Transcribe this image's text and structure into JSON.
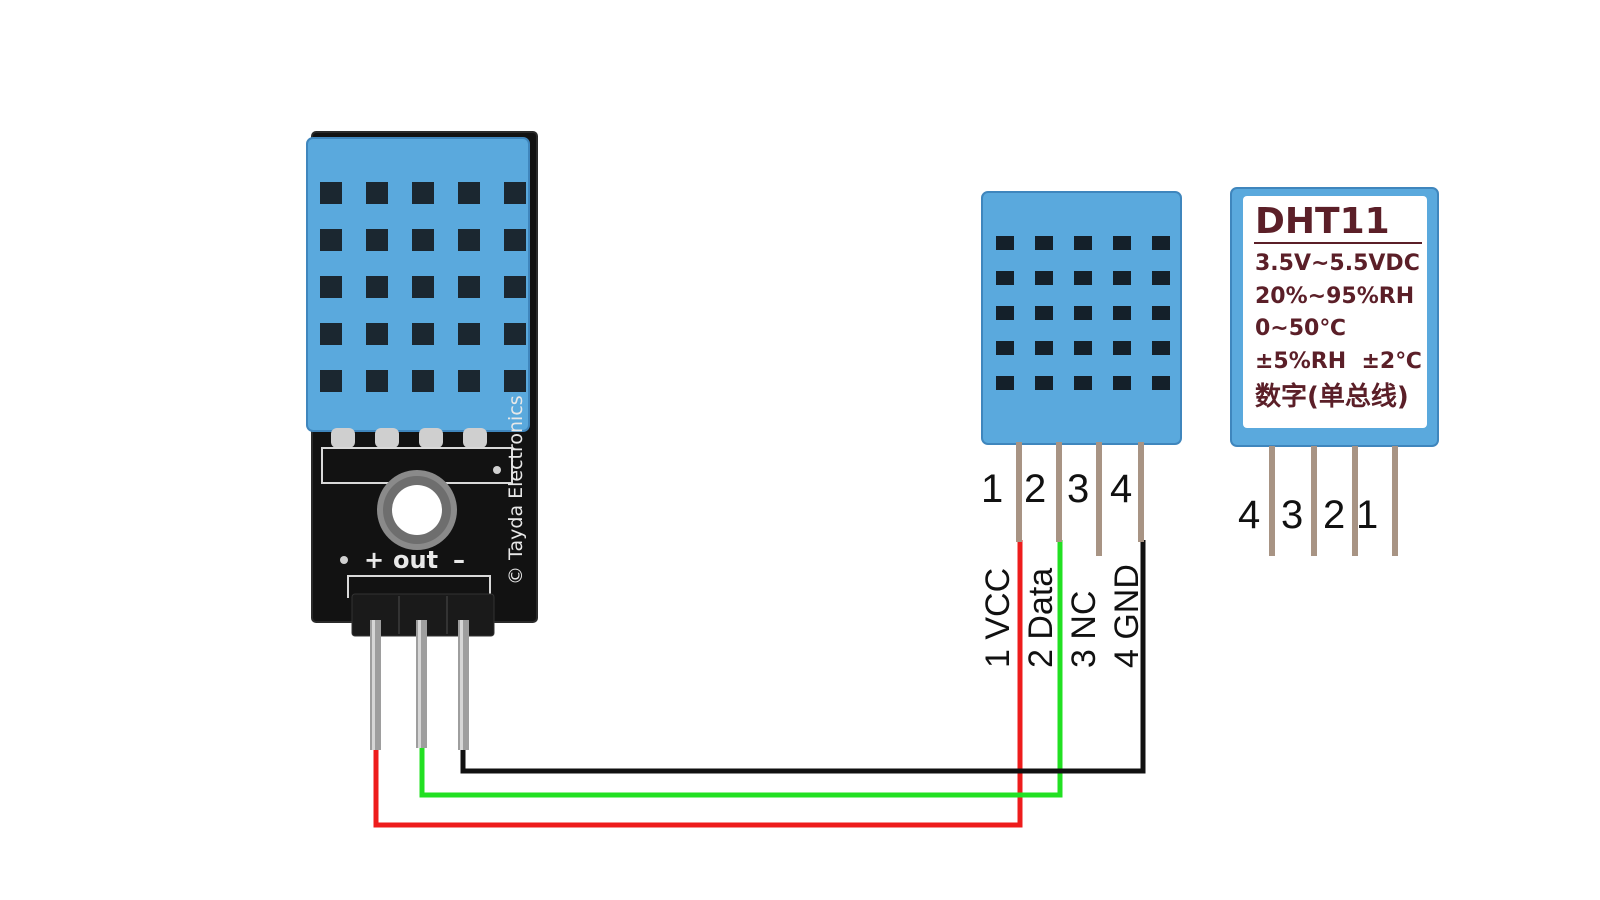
{
  "module": {
    "silk_plus": "+",
    "silk_out": "out",
    "silk_minus": "–",
    "silk_brand": "© Tayda Electronics"
  },
  "sensor_front": {
    "pin_numbers": [
      "1",
      "2",
      "3",
      "4"
    ],
    "pin_labels": [
      "1 VCC",
      "2 Data",
      "3 NC",
      "4 GND"
    ]
  },
  "sensor_back": {
    "title": "DHT11",
    "specs": [
      "3.5V~5.5VDC",
      "20%~95%RH",
      "0~50℃",
      "±5%RH  ±2℃",
      "数字(单总线)"
    ],
    "pin_numbers": [
      "4",
      "3",
      "2",
      "1"
    ]
  },
  "wires": {
    "vcc_color": "#ee1c1c",
    "data_color": "#22e022",
    "gnd_color": "#111111"
  },
  "colors": {
    "sensor_blue": "#5aa9dd",
    "sensor_blue_dark": "#3f86bd",
    "pcb_black": "#121212",
    "pin_metal": "#a89484"
  }
}
